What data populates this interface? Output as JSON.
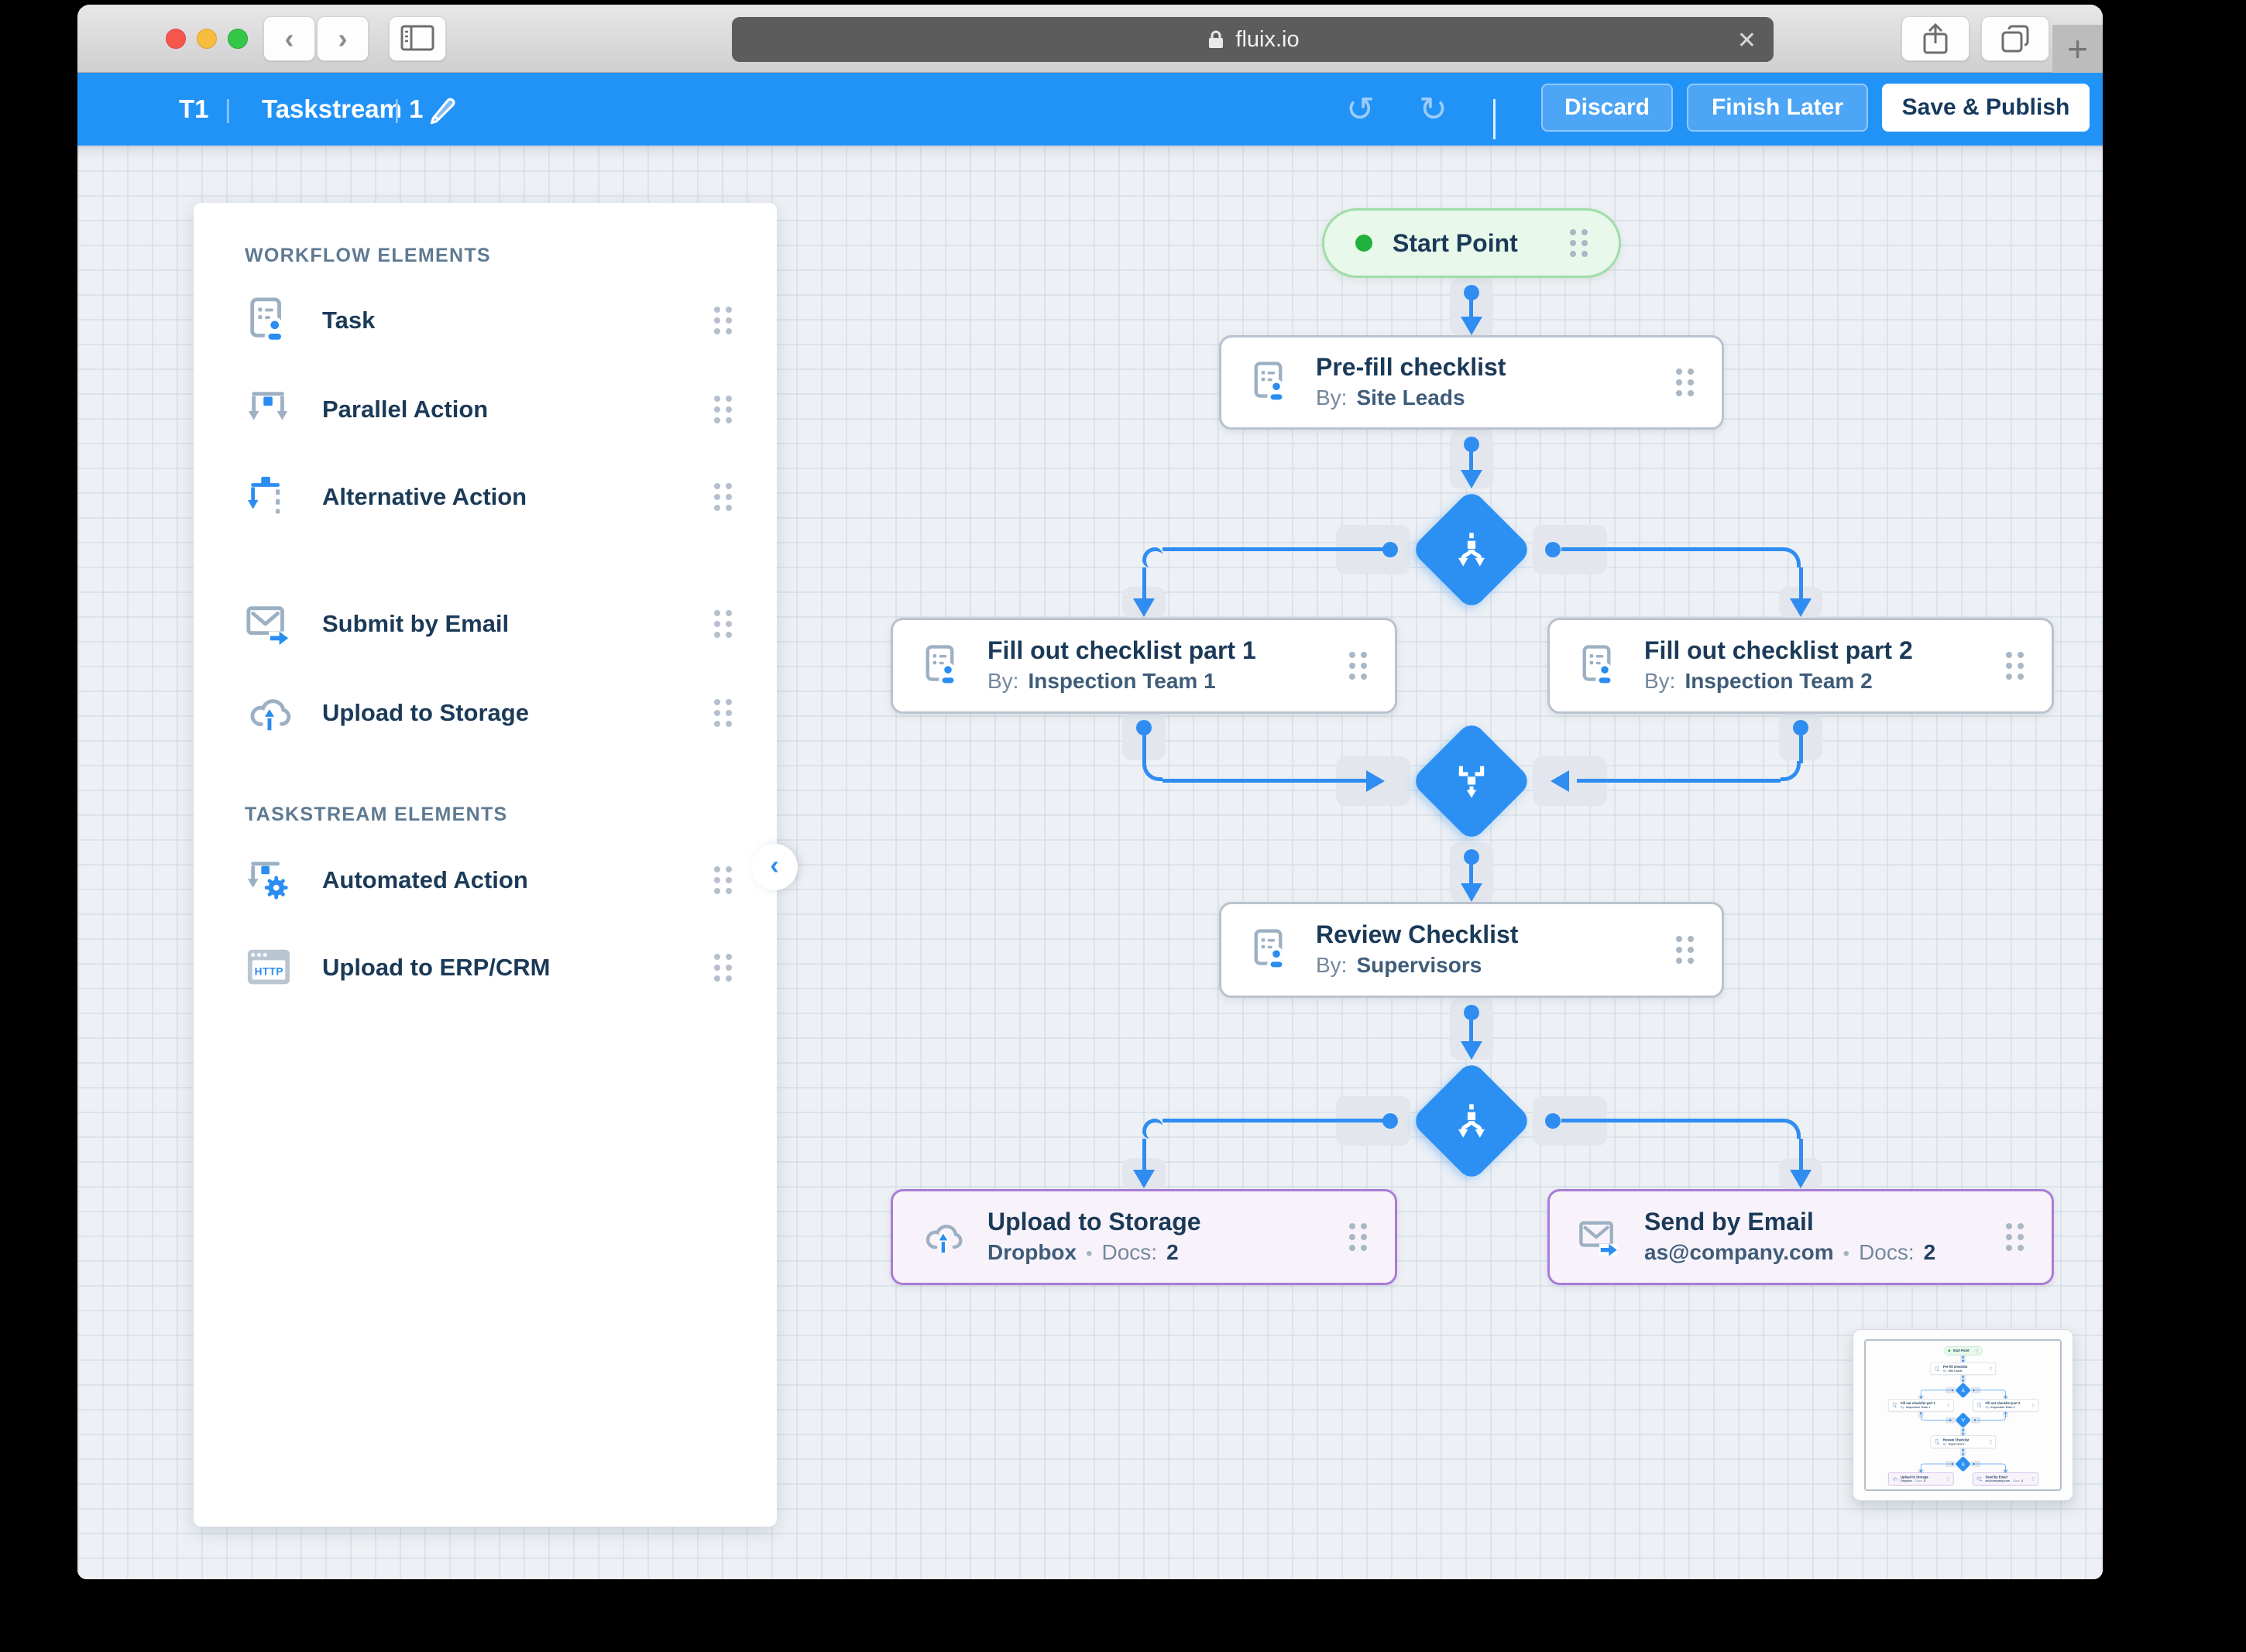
{
  "browser": {
    "url": "fluix.io"
  },
  "icons": {
    "undo": "↺",
    "redo": "↻",
    "close": "✕",
    "new_tab": "+",
    "back": "‹",
    "forward": "›",
    "collapse": "‹",
    "separator": "|",
    "http": "HTTP"
  },
  "header": {
    "code": "T1",
    "title": "Taskstream 1",
    "discard": "Discard",
    "finish_later": "Finish Later",
    "save_publish": "Save & Publish"
  },
  "sidebar": {
    "sections": [
      {
        "label": "WORKFLOW ELEMENTS"
      },
      {
        "label": "TASKSTREAM ELEMENTS"
      }
    ],
    "items": [
      {
        "label": "Task"
      },
      {
        "label": "Parallel Action"
      },
      {
        "label": "Alternative Action"
      },
      {
        "label": "Submit by Email"
      },
      {
        "label": "Upload to Storage"
      },
      {
        "label": "Automated Action"
      },
      {
        "label": "Upload to ERP/CRM"
      }
    ]
  },
  "flow": {
    "start": {
      "label": "Start Point"
    },
    "prefill": {
      "title": "Pre-fill checklist",
      "by_label": "By:",
      "by": "Site Leads"
    },
    "part1": {
      "title": "Fill out checklist part 1",
      "by_label": "By:",
      "by": "Inspection Team 1"
    },
    "part2": {
      "title": "Fill out checklist part 2",
      "by_label": "By:",
      "by": "Inspection Team 2"
    },
    "review": {
      "title": "Review Checklist",
      "by_label": "By:",
      "by": "Supervisors"
    },
    "storage": {
      "title": "Upload to Storage",
      "service": "Dropbox",
      "sep": "•",
      "docs_label": "Docs:",
      "docs_value": "2"
    },
    "email": {
      "title": "Send by Email",
      "service": "as@company.com",
      "sep": "•",
      "docs_label": "Docs:",
      "docs_value": "2"
    }
  },
  "colors": {
    "accent": "#2193f7",
    "connector": "#2f8df2",
    "start_green": "#21b13c",
    "output_border": "#a87cd8"
  }
}
